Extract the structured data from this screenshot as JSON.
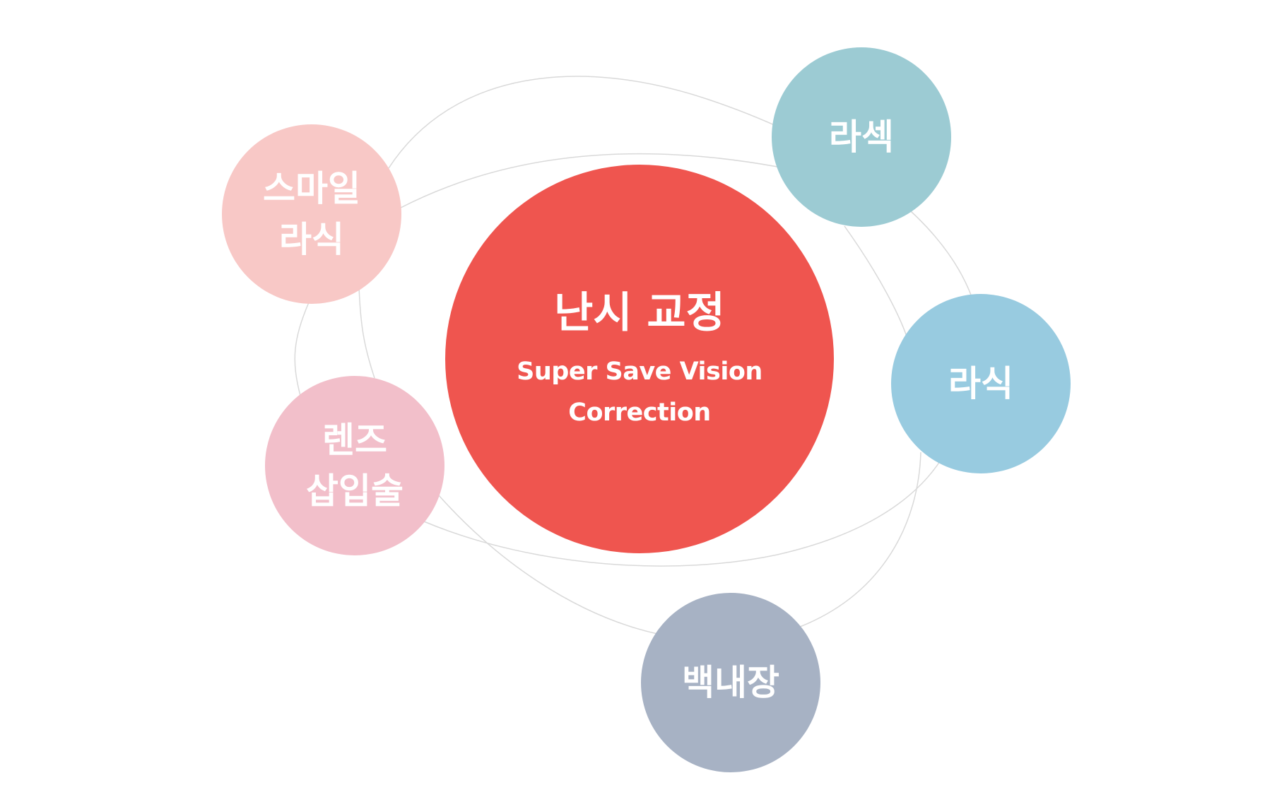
{
  "colors": {
    "center": "#ef554f",
    "smile_lasik": "#f8c8c6",
    "lasek": "#9ccbd3",
    "lasik": "#98cbe0",
    "lens_implant": "#f2bfca",
    "cataract": "#a7b2c4",
    "orbit_line": "#d9d9d9"
  },
  "center": {
    "title": "난시 교정",
    "subtitle": "Super Save Vision\nCorrection"
  },
  "nodes": {
    "smile_lasik": {
      "label": "스마일\n라식"
    },
    "lasek": {
      "label": "라섹"
    },
    "lasik": {
      "label": "라식"
    },
    "lens_implant": {
      "label": "렌즈\n삽입술"
    },
    "cataract": {
      "label": "백내장"
    }
  }
}
